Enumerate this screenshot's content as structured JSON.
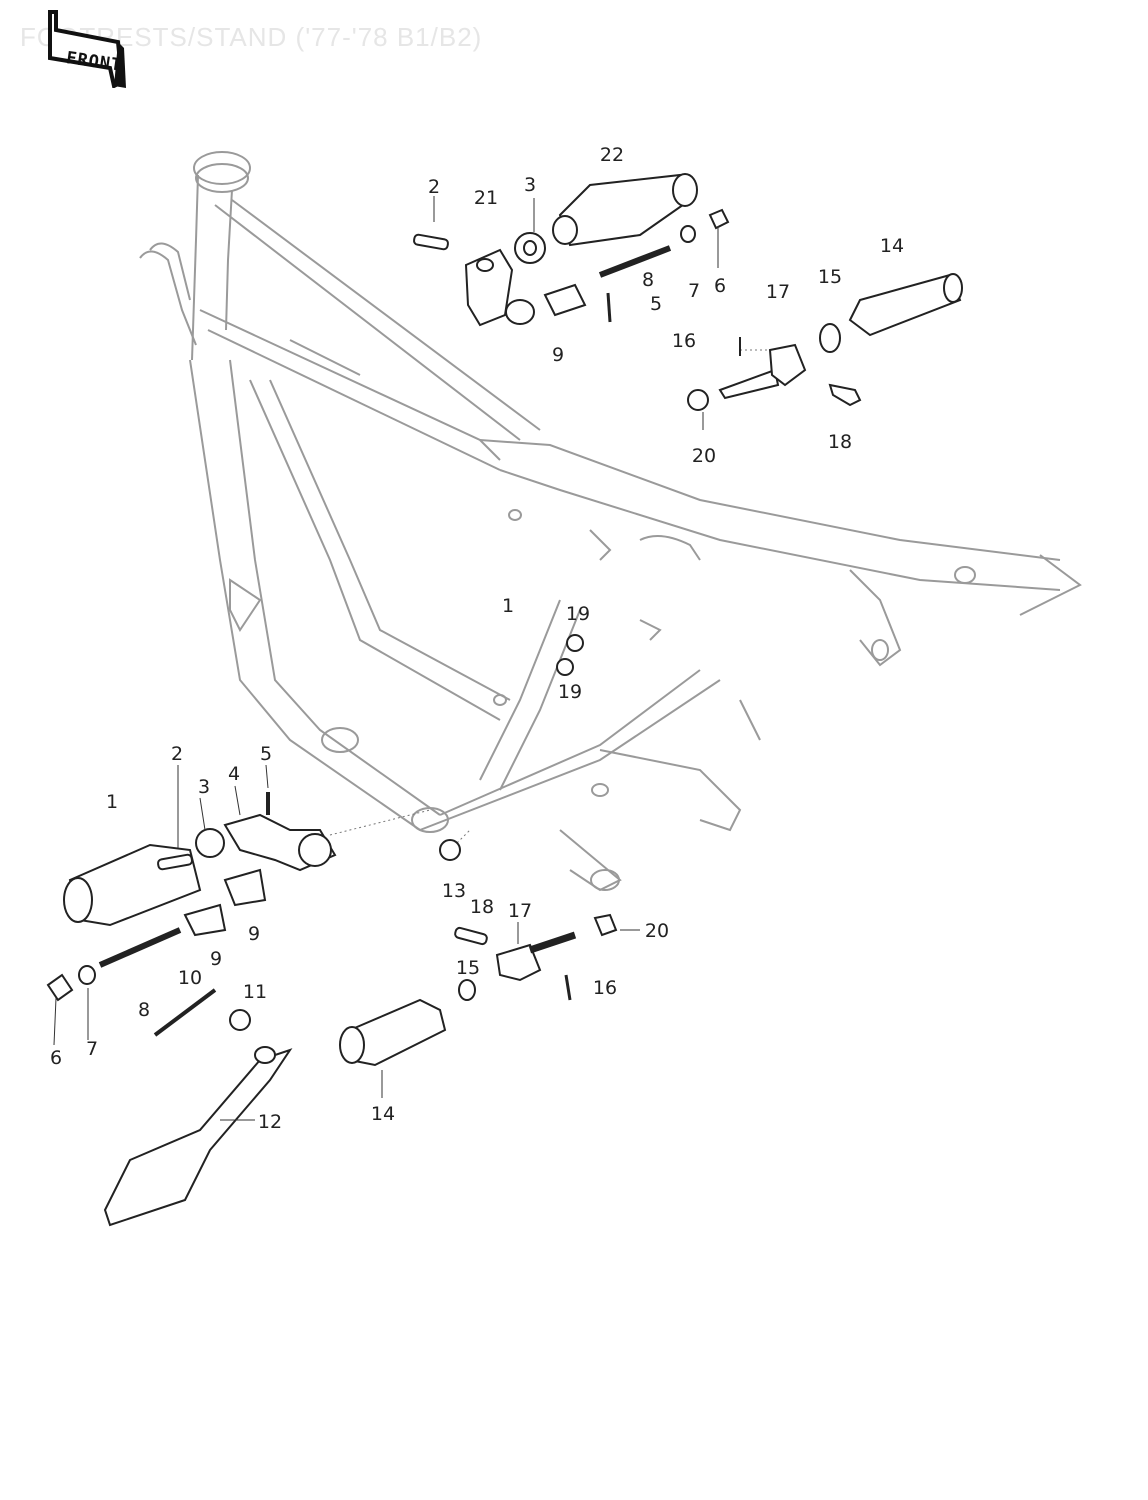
{
  "title": "FOOTRESTS/STAND ('77-'78 B1/B2)",
  "front_badge": "FRONT",
  "colors": {
    "ink": "#222222",
    "frame": "#9a9a9a",
    "title": "#e6e6e6",
    "background": "#ffffff"
  },
  "callouts": [
    {
      "id": "c-top-2",
      "text": "2"
    },
    {
      "id": "c-top-21",
      "text": "21"
    },
    {
      "id": "c-top-3",
      "text": "3"
    },
    {
      "id": "c-top-22",
      "text": "22"
    },
    {
      "id": "c-top-8",
      "text": "8"
    },
    {
      "id": "c-top-5",
      "text": "5"
    },
    {
      "id": "c-top-7",
      "text": "7"
    },
    {
      "id": "c-top-6",
      "text": "6"
    },
    {
      "id": "c-top-9",
      "text": "9"
    },
    {
      "id": "c-top-17",
      "text": "17"
    },
    {
      "id": "c-top-15",
      "text": "15"
    },
    {
      "id": "c-top-14",
      "text": "14"
    },
    {
      "id": "c-top-16",
      "text": "16"
    },
    {
      "id": "c-top-18",
      "text": "18"
    },
    {
      "id": "c-top-20",
      "text": "20"
    },
    {
      "id": "c-mid-1",
      "text": "1"
    },
    {
      "id": "c-mid-19a",
      "text": "19"
    },
    {
      "id": "c-mid-19b",
      "text": "19"
    },
    {
      "id": "c-left-2",
      "text": "2"
    },
    {
      "id": "c-left-5",
      "text": "5"
    },
    {
      "id": "c-left-4",
      "text": "4"
    },
    {
      "id": "c-left-3",
      "text": "3"
    },
    {
      "id": "c-left-1",
      "text": "1"
    },
    {
      "id": "c-left-9a",
      "text": "9"
    },
    {
      "id": "c-left-8",
      "text": "8"
    },
    {
      "id": "c-left-10",
      "text": "10"
    },
    {
      "id": "c-left-9b",
      "text": "9"
    },
    {
      "id": "c-left-11",
      "text": "11"
    },
    {
      "id": "c-left-6",
      "text": "6"
    },
    {
      "id": "c-left-7",
      "text": "7"
    },
    {
      "id": "c-left-12",
      "text": "12"
    },
    {
      "id": "c-low-13",
      "text": "13"
    },
    {
      "id": "c-low-18",
      "text": "18"
    },
    {
      "id": "c-low-17",
      "text": "17"
    },
    {
      "id": "c-low-20",
      "text": "20"
    },
    {
      "id": "c-low-15",
      "text": "15"
    },
    {
      "id": "c-low-16",
      "text": "16"
    },
    {
      "id": "c-low-14",
      "text": "14"
    }
  ]
}
